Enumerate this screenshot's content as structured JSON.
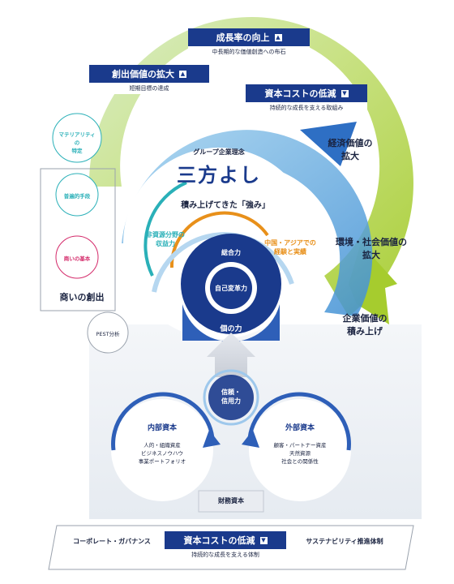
{
  "top_boxes": {
    "growth": {
      "title": "成長率の向上",
      "arrow": "up-arrow-icon",
      "sub": "中長期的な価値創造への布石"
    },
    "created_value": {
      "title": "創出価値の拡大",
      "arrow": "up-arrow-icon",
      "sub": "短期目標の達成"
    },
    "capital_cost": {
      "title": "資本コストの低減",
      "arrow": "down-arrow-icon",
      "sub": "持続的な成長を支える取組み"
    }
  },
  "right_labels": {
    "economic": "経済価値の\n拡大",
    "environmental": "環境・社会価値の\n拡大",
    "corporate": "企業価値の\n積み上げ"
  },
  "left_panel": {
    "materiality": "マテリアリティの\n特定",
    "universal": "普遍的手段",
    "business_basic": "商いの基本",
    "creation": "商いの創出"
  },
  "pest": "PEST分析",
  "center": {
    "philosophy_caption": "グループ企業理念",
    "philosophy": "三方よし",
    "strengths_title": "積み上げてきた「強み」",
    "non_resource": "非資源分野の\n収益力",
    "china_asia": "中国・アジアでの\n経験と実績",
    "comprehensive": "総合力",
    "self_reform": "自己変革力",
    "individual": "個の力"
  },
  "trust": "信頼・\n信用力",
  "internal": {
    "title": "内部資本",
    "items": [
      "人的・組織資産",
      "ビジネスノウハウ",
      "事業ポートフォリオ"
    ]
  },
  "external": {
    "title": "外部資本",
    "items": [
      "顧客・パートナー資産",
      "天然資源",
      "社会との関係性"
    ]
  },
  "financial": "財務資本",
  "bottom": {
    "left": "コーポレート・ガバナンス",
    "center_title": "資本コストの低減",
    "center_arrow": "down-arrow-icon",
    "center_sub": "持続的な成長を支える体制",
    "right": "サステナビリティ推進体制"
  },
  "colors": {
    "navy": "#1a3a8c",
    "mid_blue": "#2e5fb8",
    "light_blue": "#9ec8ec",
    "lime": "#b8d43a",
    "orange": "#e8901a",
    "teal": "#2ab0b8",
    "pink": "#d42a6a"
  }
}
